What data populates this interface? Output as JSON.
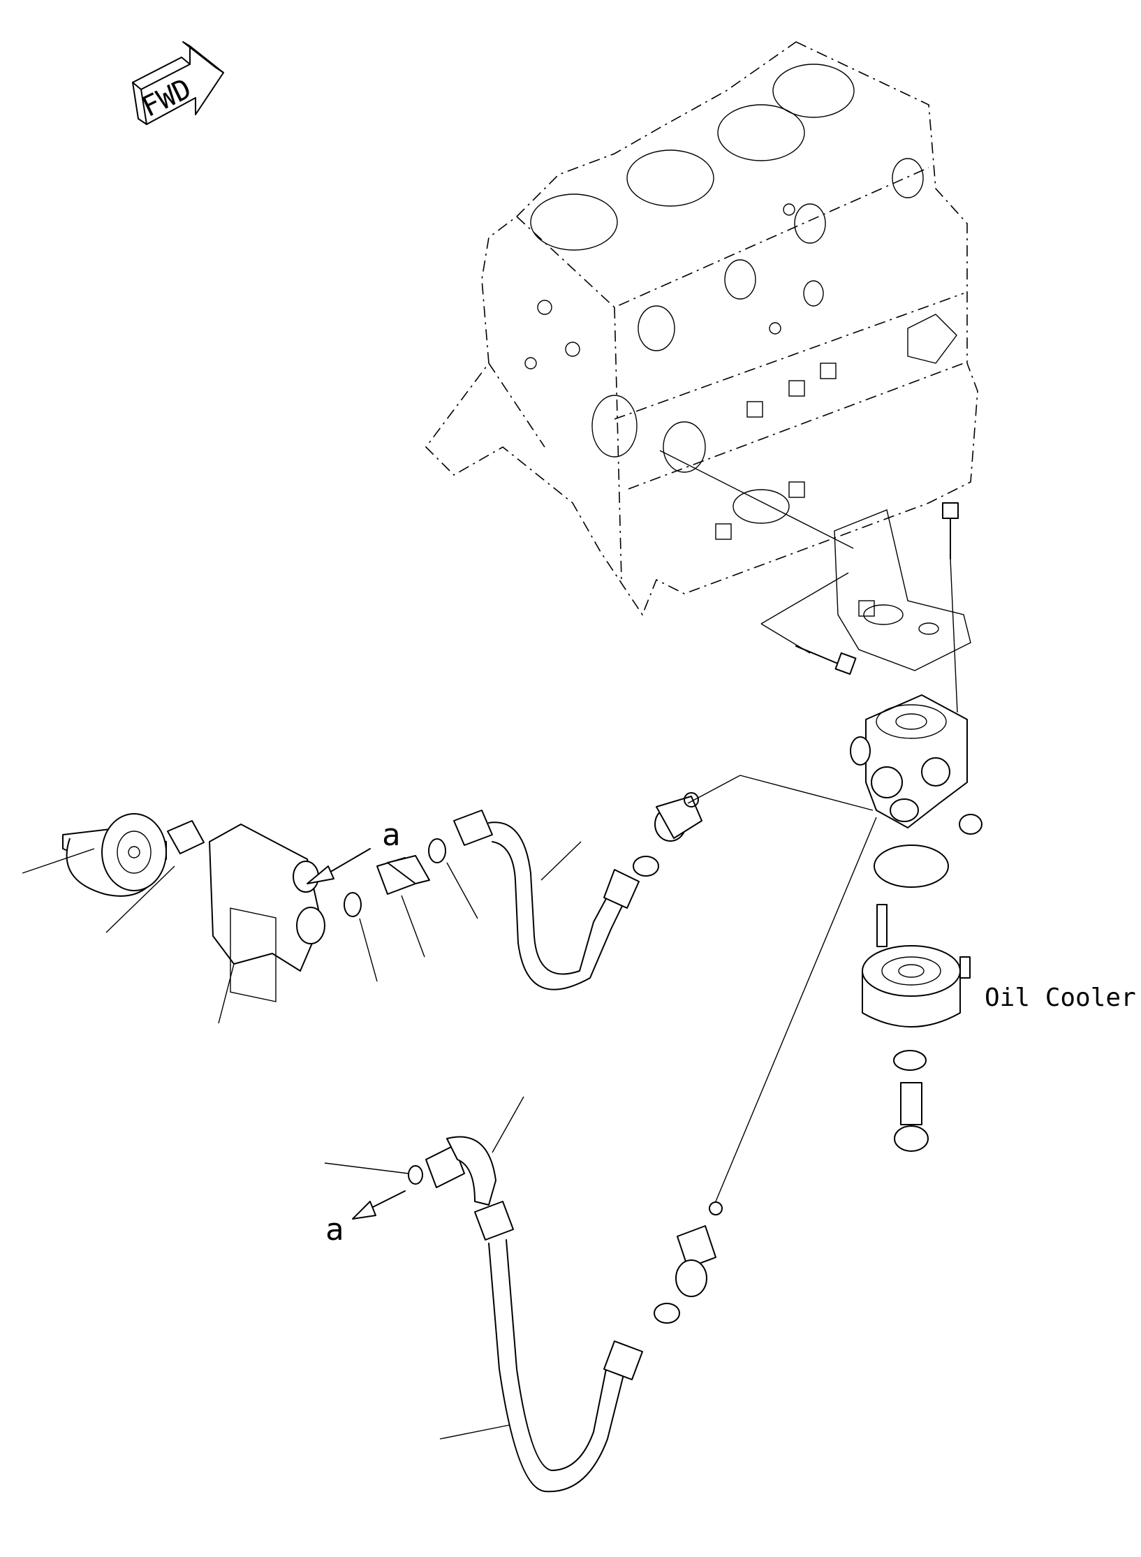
{
  "diagram": {
    "fwd_label": "FWD",
    "callouts": {
      "a_top": "a",
      "a_bottom": "a",
      "oil_cooler": "Oil Cooler"
    }
  }
}
